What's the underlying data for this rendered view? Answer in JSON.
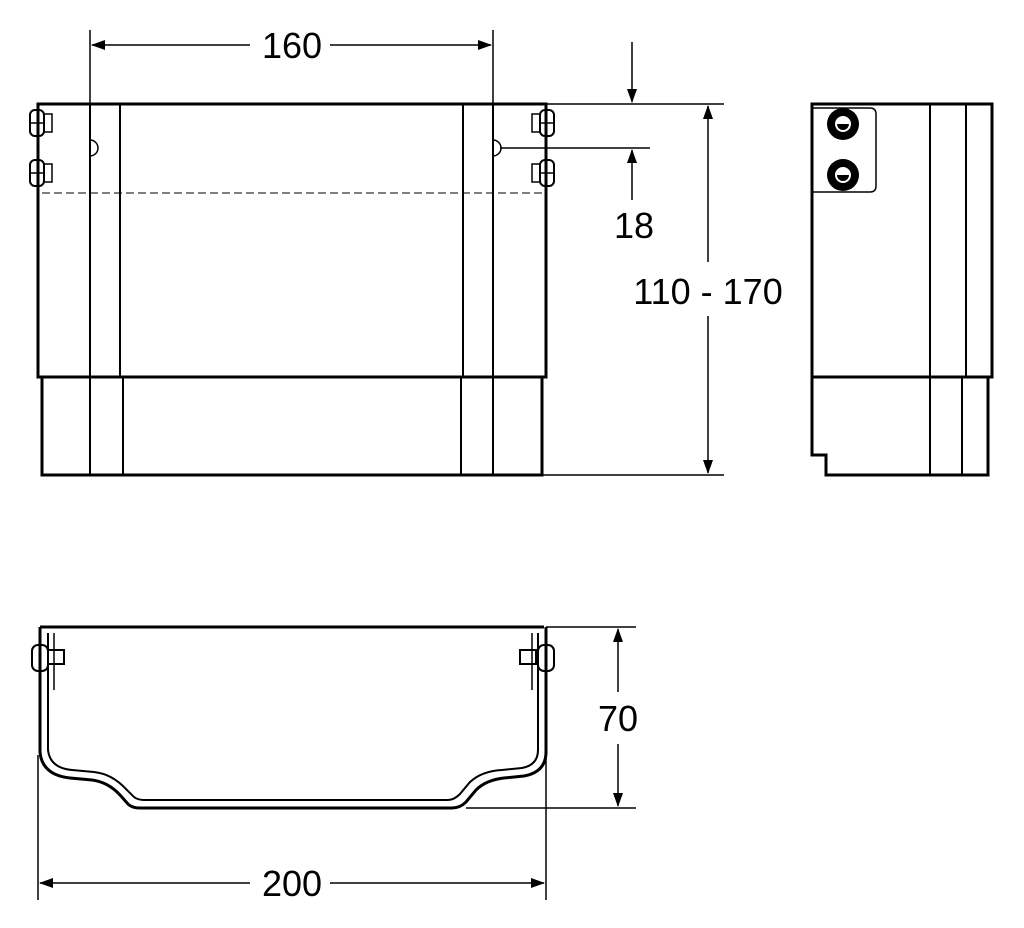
{
  "dimensions": {
    "top_width": "160",
    "slot_offset": "18",
    "height_range": "110 - 170",
    "trough_depth": "70",
    "overall_width": "200"
  },
  "colors": {
    "line": "#000000",
    "background": "#ffffff"
  }
}
